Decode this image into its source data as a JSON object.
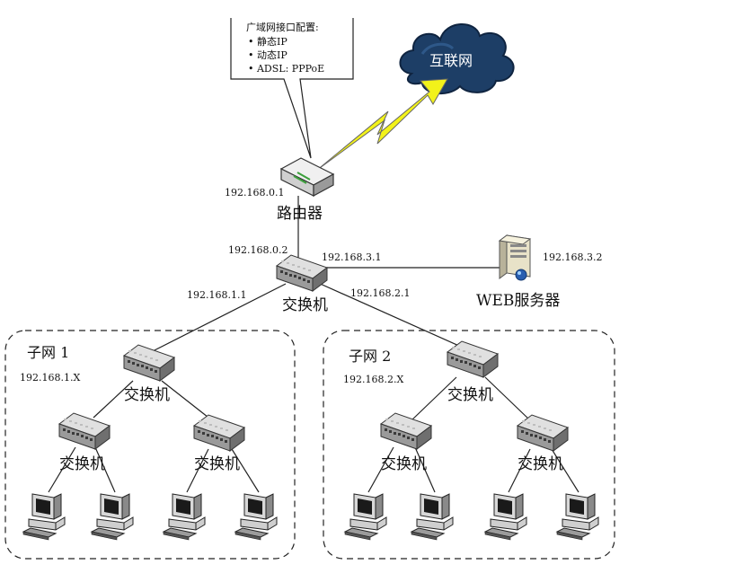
{
  "callout": {
    "title": "广域网接口配置:",
    "items": [
      "• 静态IP",
      "• 动态IP",
      "• ADSL: PPPoE"
    ]
  },
  "internet_label": "互联网",
  "router": {
    "label": "路由器",
    "ip": "192.168.0.1"
  },
  "core_switch": {
    "label": "交换机",
    "ip_up": "192.168.0.2",
    "ip_right": "192.168.3.1",
    "ip_left": "192.168.1.1",
    "ip_downright": "192.168.2.1"
  },
  "web_server": {
    "label": "WEB服务器",
    "ip": "192.168.3.2"
  },
  "subnet1": {
    "title": "子网 1",
    "range": "192.168.1.X",
    "switch_labels": [
      "交换机",
      "交换机",
      "交换机"
    ]
  },
  "subnet2": {
    "title": "子网 2",
    "range": "192.168.2.X",
    "switch_labels": [
      "交换机",
      "交换机",
      "交换机"
    ]
  },
  "colors": {
    "cloud": "#1d3e66",
    "lightning": "#f2f21a",
    "line": "#222222",
    "switch_body": "#8c8c8c",
    "switch_top": "#d9d9d9"
  },
  "icons": {
    "router": "router-icon",
    "switch": "switch-icon",
    "server": "server-icon",
    "computer": "computer-icon",
    "cloud": "cloud-icon",
    "lightning": "lightning-icon"
  }
}
